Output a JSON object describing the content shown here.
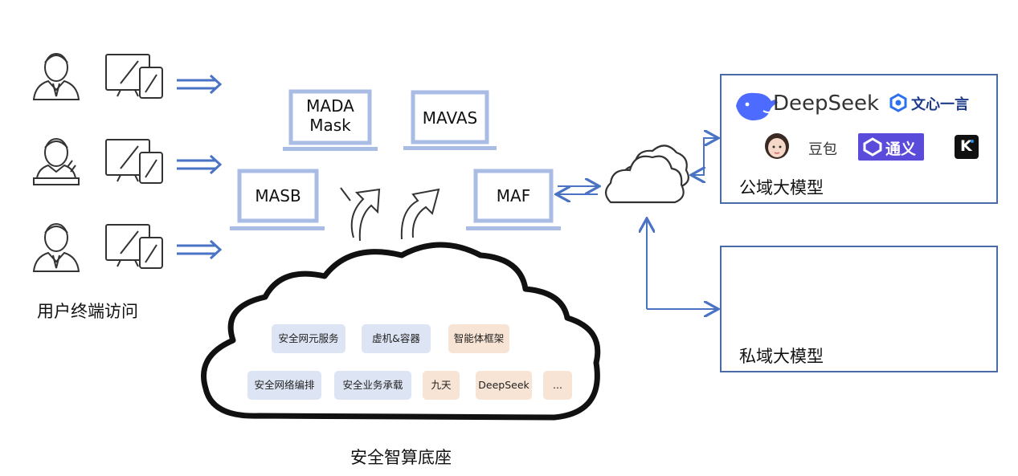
{
  "users": {
    "caption": "用户终端访问"
  },
  "laptops": {
    "mada": "MADA\nMask",
    "mavas": "MAVAS",
    "masb": "MASB",
    "maf": "MAF"
  },
  "platform": {
    "caption": "安全智算底座",
    "chips_row1": [
      "安全网元服务",
      "虚机&容器",
      "智能体框架"
    ],
    "chips_row2": [
      "安全网络编排",
      "安全业务承载",
      "九天",
      "DeepSeek",
      "..."
    ]
  },
  "public_panel": {
    "caption": "公域大模型",
    "brands": {
      "deepseek": "DeepSeek",
      "wenxin": "文心一言",
      "doubao": "豆包",
      "tongyi": "通义",
      "kimi": "K"
    }
  },
  "private_panel": {
    "caption": "私域大模型"
  },
  "colors": {
    "accent_blue": "#4a73c4",
    "laptop_blue": "#a9bde4",
    "chip_blue": "#dde4f3",
    "chip_orange": "#f8e4d4"
  }
}
